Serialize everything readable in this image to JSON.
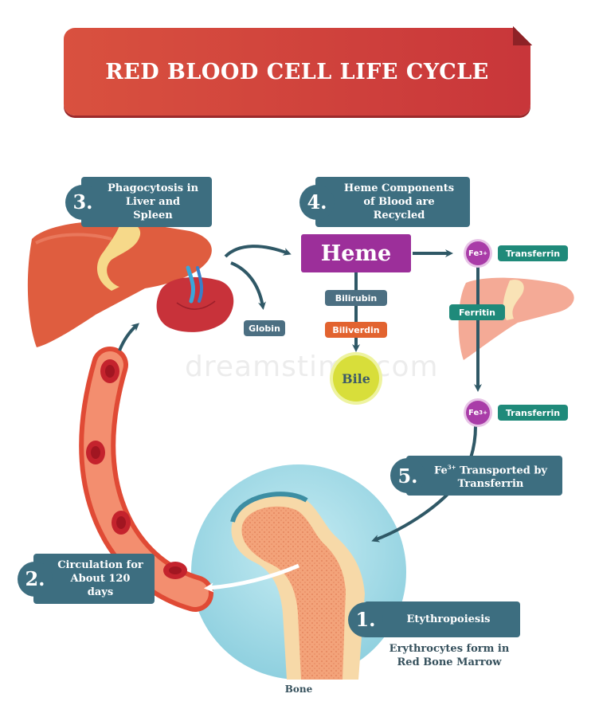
{
  "title": "RED BLOOD CELL LIFE CYCLE",
  "steps": [
    {
      "num": "1.",
      "label": "Etythropoiesis"
    },
    {
      "num": "2.",
      "label": "Circulation for About 120 days"
    },
    {
      "num": "3.",
      "label": "Phagocytosis in Liver and Spleen"
    },
    {
      "num": "4.",
      "label": "Heme Components of Blood are Recycled"
    },
    {
      "num": "5.",
      "label_base": "Fe",
      "label_sup": "3+",
      "label_rest": " Transported by Transferrin"
    }
  ],
  "nodes": {
    "heme": "Heme",
    "globin": "Globin",
    "bilirubin": "Bilirubin",
    "biliverdin": "Biliverdin",
    "bile": "Bile",
    "fe_base": "Fe",
    "fe_sup": "3+",
    "transferrin": "Transferrin",
    "ferritin": "Ferritin"
  },
  "captions": {
    "erythrocytes": "Erythrocytes form in Red Bone Marrow",
    "bone": "Bone"
  },
  "watermark": "dreamstime.com",
  "colors": {
    "banner": "#c8363a",
    "step_label": "#3d6e80",
    "heme": "#9c2f9a",
    "teal_tag": "#1f8a7a",
    "globin": "#4c6f82",
    "biliverdin": "#e2632f",
    "bile": "#d8de3a",
    "arrow": "#2f5866"
  }
}
